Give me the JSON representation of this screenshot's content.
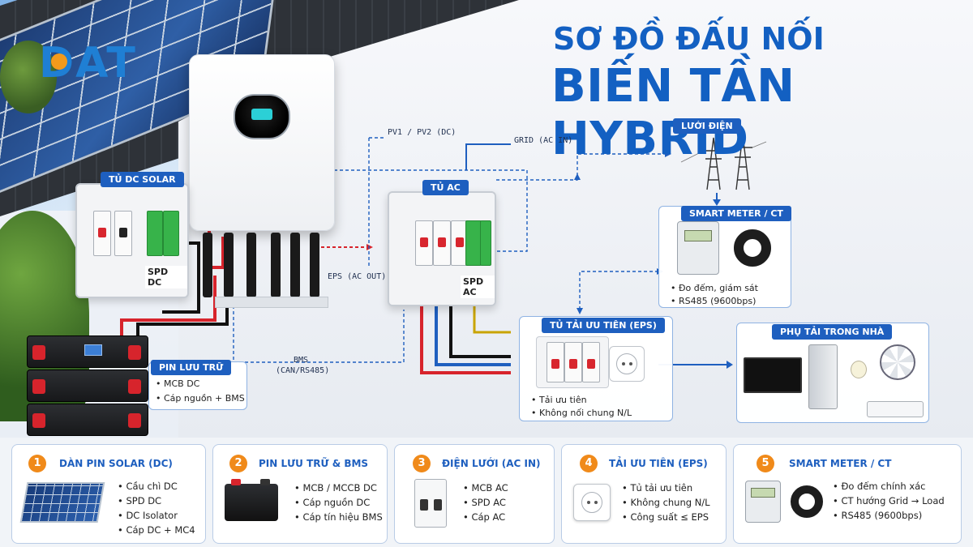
{
  "logo": "DAT",
  "title": {
    "line1": "SƠ ĐỒ ĐẤU NỐI",
    "line2": "BIẾN TẦN HYBRID"
  },
  "colors": {
    "accent_blue": "#1e5fbf",
    "title_blue": "#1360c2",
    "orange": "#f08a1a",
    "dc_red": "#d7242c",
    "spd_green": "#37b34a"
  },
  "wire_labels": {
    "pv": "PV1 / PV2 (DC)",
    "grid": "GRID (AC IN)",
    "eps": "EPS (AC OUT)",
    "bms1": "BMS",
    "bms2": "(CAN/RS485)"
  },
  "dc_cabinet": {
    "tag": "TỦ DC SOLAR",
    "spd_label": "SPD DC"
  },
  "ac_cabinet": {
    "tag": "TỦ AC",
    "spd_label": "SPD AC"
  },
  "grid_box": {
    "tag": "LƯỚI ĐIỆN"
  },
  "meter_box": {
    "tag": "SMART METER / CT",
    "bullets": [
      "Đo đếm, giám sát",
      "RS485 (9600bps)"
    ]
  },
  "battery_box": {
    "tag": "PIN LƯU TRỮ",
    "bullets": [
      "MCB DC",
      "Cáp nguồn + BMS"
    ]
  },
  "eps_box": {
    "tag": "TỦ TẢI ƯU TIÊN (EPS)",
    "bullets": [
      "Tải ưu tiên",
      "Không nối chung N/L"
    ]
  },
  "home_box": {
    "tag": "PHỤ TẢI TRONG NHÀ"
  },
  "cards": [
    {
      "num": "1",
      "title": "DÀN PIN SOLAR (DC)",
      "icon": "solar-panel-icon",
      "bullets": [
        "Cầu chì DC",
        "SPD DC",
        "DC Isolator",
        "Cáp DC + MC4"
      ]
    },
    {
      "num": "2",
      "title": "PIN LƯU TRỮ & BMS",
      "icon": "battery-icon",
      "bullets": [
        "MCB / MCCB DC",
        "Cáp nguồn DC",
        "Cáp tín hiệu BMS"
      ]
    },
    {
      "num": "3",
      "title": "ĐIỆN LƯỚI (AC IN)",
      "icon": "breaker-icon",
      "bullets": [
        "MCB AC",
        "SPD AC",
        "Cáp AC"
      ]
    },
    {
      "num": "4",
      "title": "TẢI ƯU TIÊN (EPS)",
      "icon": "socket-icon",
      "bullets": [
        "Tủ tải ưu tiên",
        "Không chung N/L",
        "Công suất ≤ EPS"
      ]
    },
    {
      "num": "5",
      "title": "SMART METER / CT",
      "icon": "smart-meter-icon",
      "bullets": [
        "Đo đếm chính xác",
        "CT hướng Grid → Load",
        "RS485 (9600bps)"
      ]
    }
  ]
}
